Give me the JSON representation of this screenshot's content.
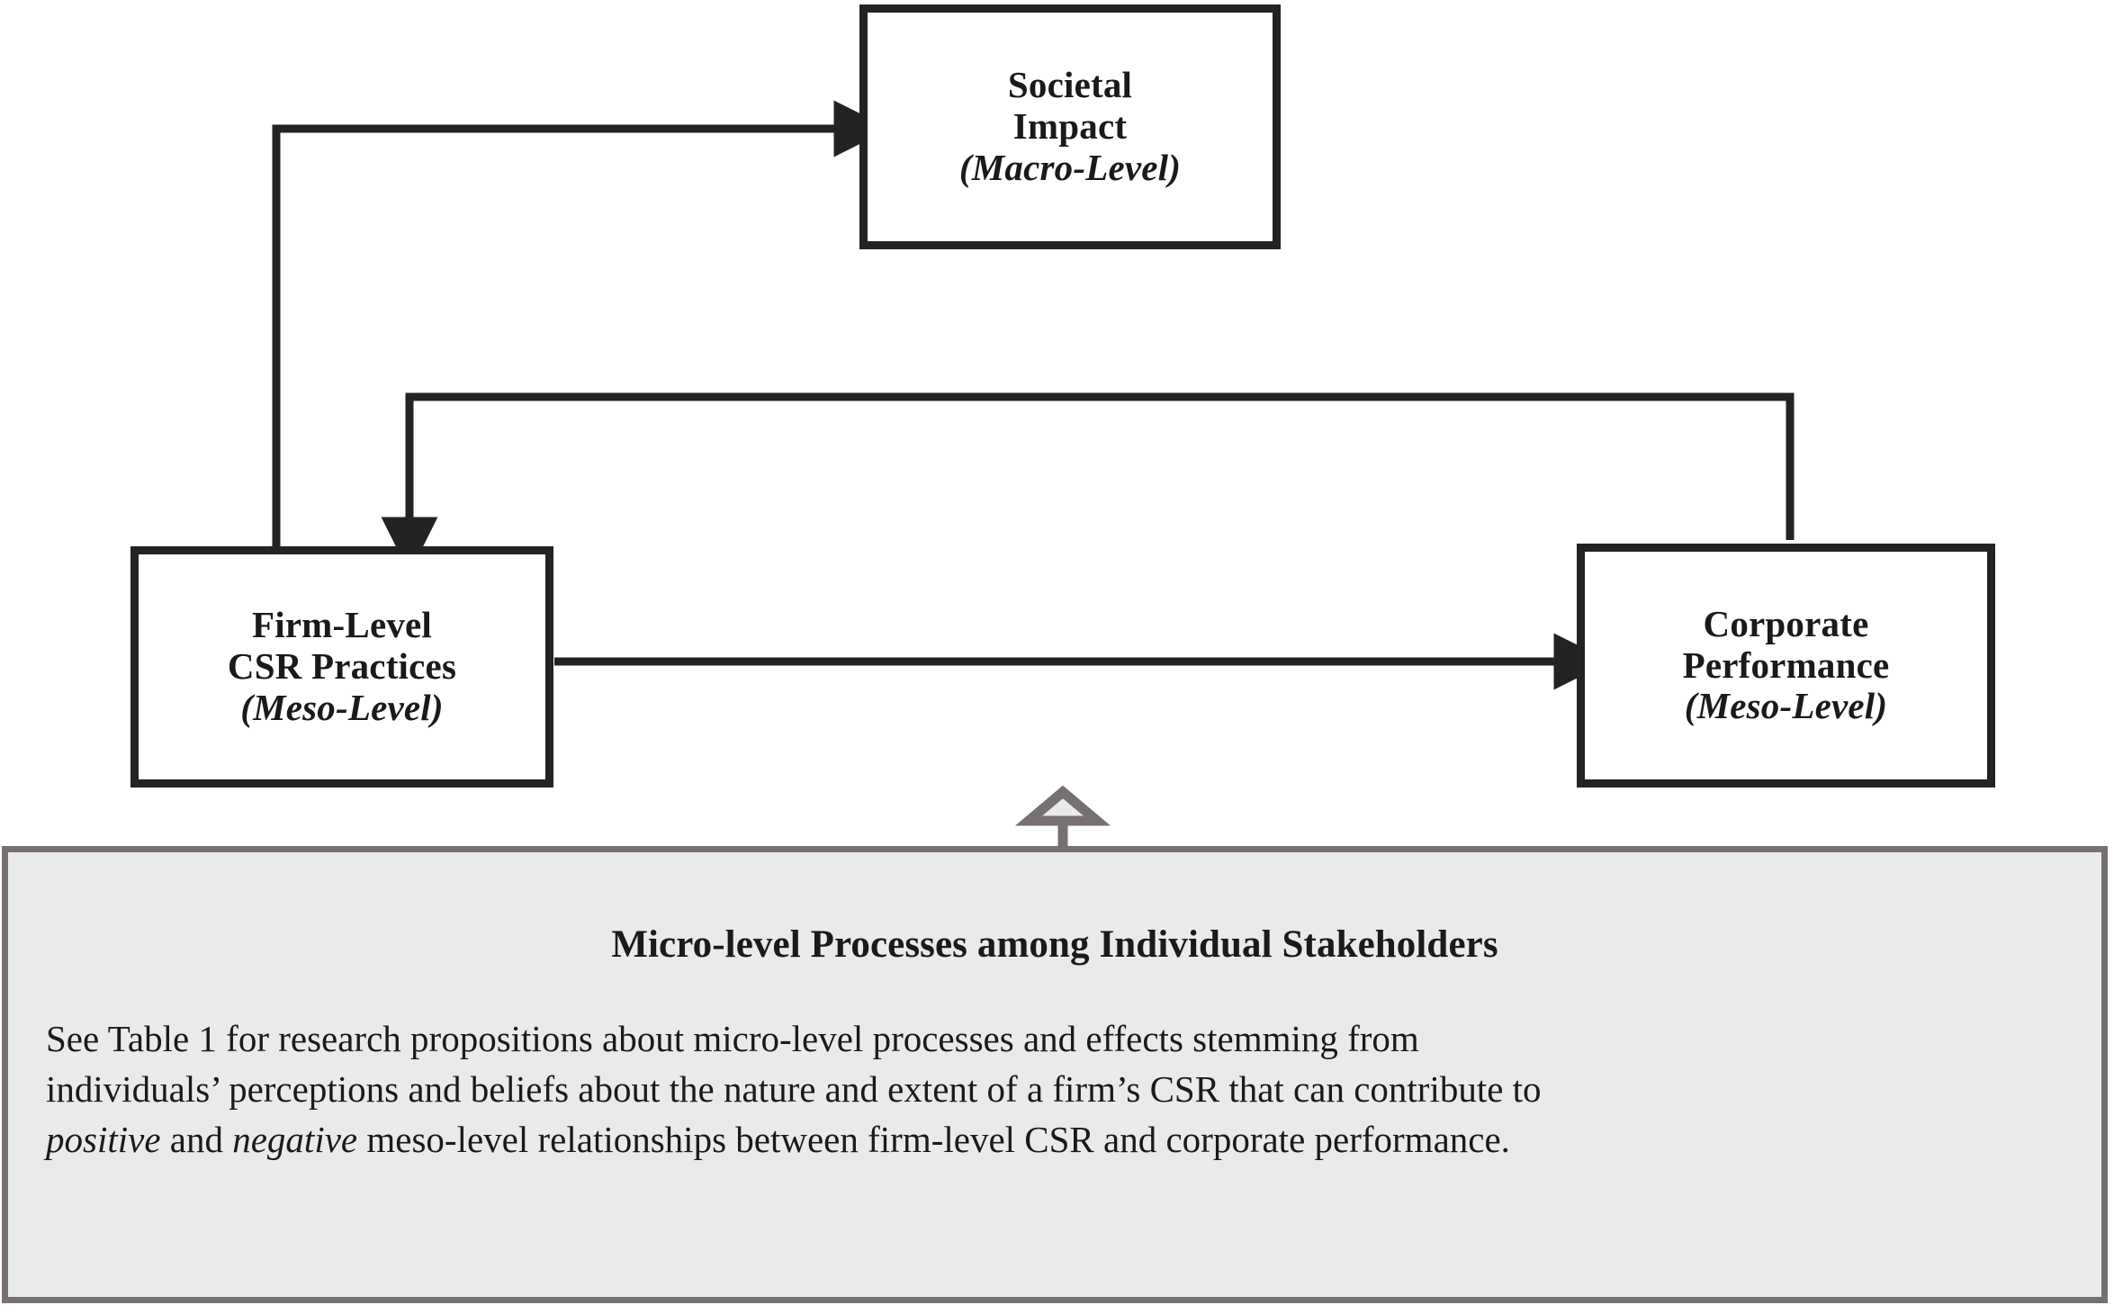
{
  "diagram": {
    "title": "Multi-level CSR conceptual model",
    "colors": {
      "box_border": "#232323",
      "box_fill": "#ffffff",
      "arrow": "#232323",
      "panel_border": "#767071",
      "panel_fill": "#e9ebea",
      "panel_arrow": "#767071",
      "text": "#1a1a1a"
    },
    "nodes": [
      {
        "id": "societal-impact",
        "line1": "Societal",
        "line2": "Impact",
        "level": "(Macro-Level)"
      },
      {
        "id": "firm-level-csr-practices",
        "line1": "Firm-Level",
        "line2": "CSR Practices",
        "level": "(Meso-Level)"
      },
      {
        "id": "corporate-performance",
        "line1": "Corporate",
        "line2": "Performance",
        "level": "(Meso-Level)"
      }
    ],
    "edges": [
      {
        "id": "firm-to-societal",
        "from": "firm-level-csr-practices",
        "to": "societal-impact",
        "style": "orthogonal-up-right"
      },
      {
        "id": "corporate-to-firm",
        "from": "corporate-performance",
        "to": "firm-level-csr-practices",
        "style": "orthogonal-feedback"
      },
      {
        "id": "firm-to-corporate",
        "from": "firm-level-csr-practices",
        "to": "corporate-performance",
        "style": "straight-right"
      },
      {
        "id": "micro-to-meso-link",
        "from": "micro-level-panel",
        "to": "firm-to-corporate",
        "style": "gray-hollow-up-arrow"
      }
    ]
  },
  "micro_panel": {
    "heading": "Micro-level Processes among Individual Stakeholders",
    "body_lines": [
      [
        {
          "text": "See Table 1 for research propositions about micro-level processes and effects stemming from",
          "italic": false
        }
      ],
      [
        {
          "text": "individuals’ perceptions and beliefs about the nature and extent of a firm’s CSR that can contribute to",
          "italic": false
        }
      ],
      [
        {
          "text": "positive",
          "italic": true
        },
        {
          "text": " and ",
          "italic": false
        },
        {
          "text": "negative",
          "italic": true
        },
        {
          "text": " meso-level relationships between firm-level CSR and corporate performance.",
          "italic": false
        }
      ]
    ],
    "body_plain": "See Table 1 for research propositions about micro-level processes and effects stemming from individuals’ perceptions and beliefs about the nature and extent of a firm’s CSR that can contribute to positive and negative meso-level relationships between firm-level CSR and corporate performance."
  }
}
